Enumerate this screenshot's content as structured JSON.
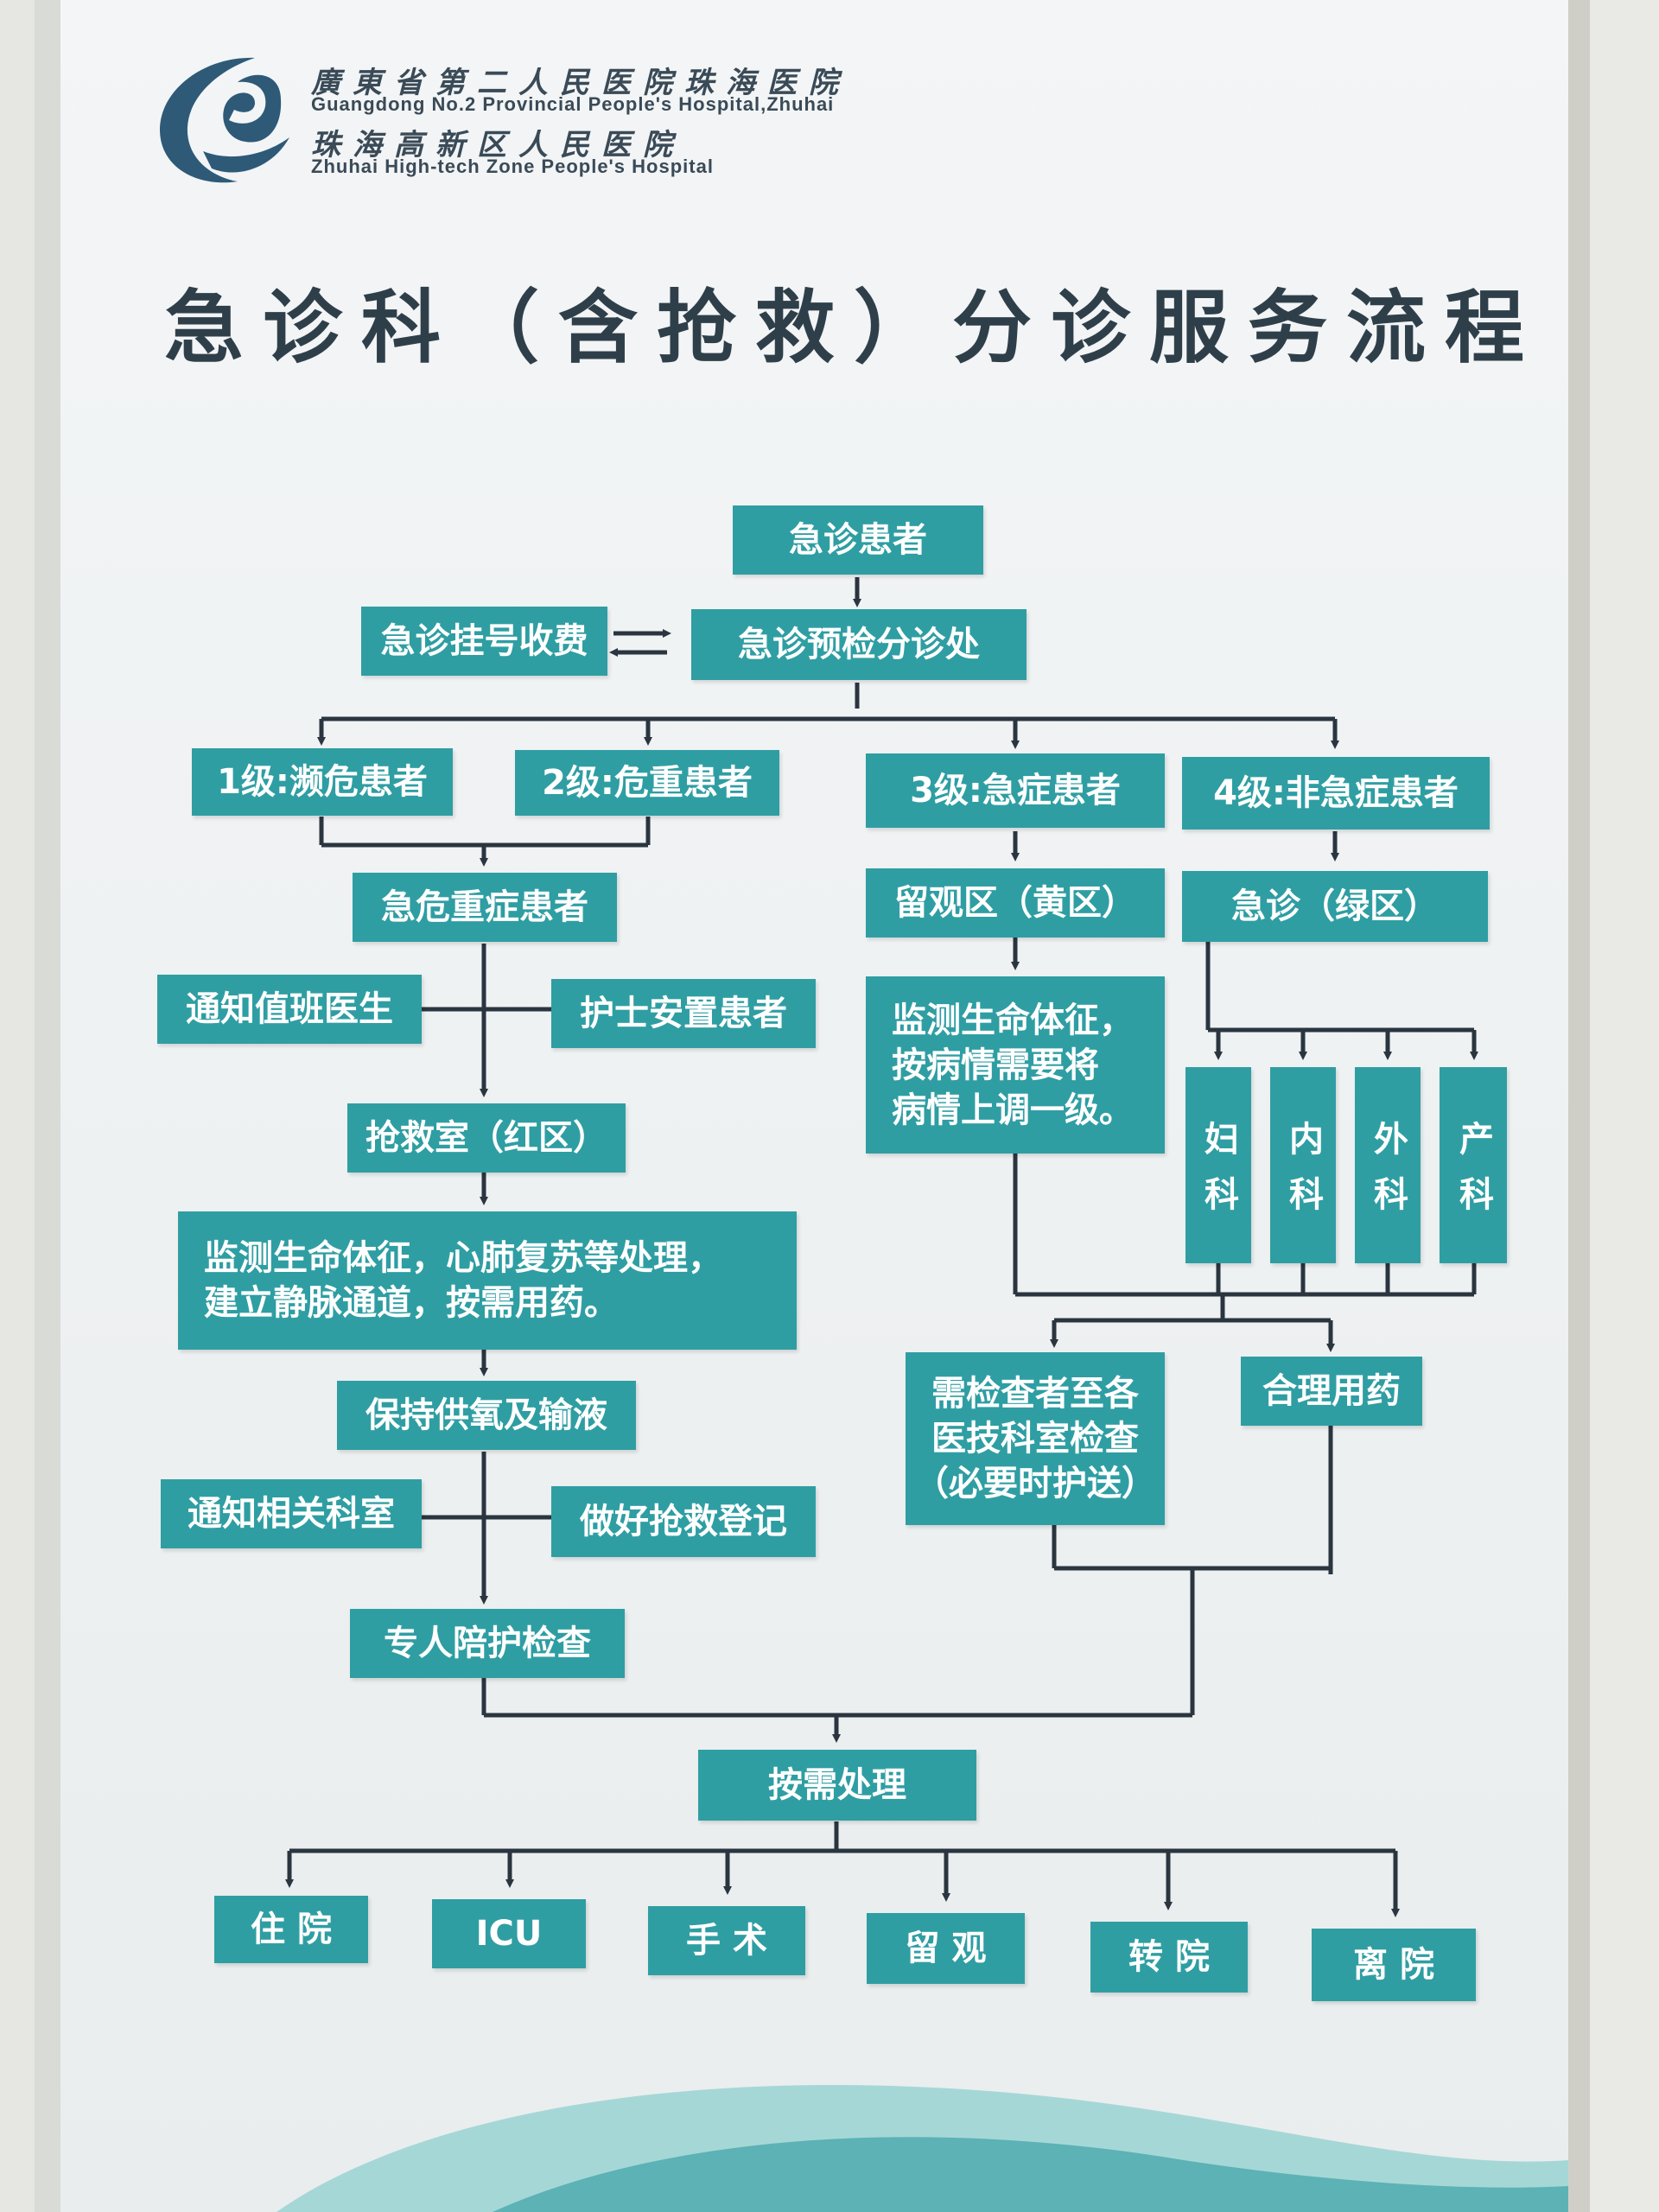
{
  "hospital": {
    "name_cn": "廣東省第二人民医院珠海医院",
    "name_en": "Guangdong No.2 Provincial People's Hospital,Zhuhai",
    "name2_cn": "珠海高新区人民医院",
    "name2_en": "Zhuhai High-tech Zone People's Hospital"
  },
  "title": "急诊科（含抢救）分诊服务流程",
  "nodes": {
    "patient": "急诊患者",
    "registration": "急诊挂号收费",
    "triage": "急诊预检分诊处",
    "level1": "1级:濒危患者",
    "level2": "2级:危重患者",
    "level3": "3级:急症患者",
    "level4": "4级:非急症患者",
    "critical": "急危重症患者",
    "notify_doctor": "通知值班医生",
    "nurse_place": "护士安置患者",
    "rescue_room": "抢救室（红区）",
    "rescue_care": "监测生命体征，心肺复苏等处理，\n建立静脉通道，按需用药。",
    "oxygen": "保持供氧及输液",
    "notify_dept": "通知相关科室",
    "register": "做好抢救登记",
    "escort": "专人陪护检查",
    "observation_yellow": "留观区（黄区）",
    "monitor_upgrade": "监测生命体征，\n按病情需要将\n病情上调一级。",
    "green_zone": "急诊（绿区）",
    "gyn": "妇科",
    "internal": "内科",
    "surgery": "外科",
    "obstetrics": "产科",
    "exams": "需检查者至各\n医技科室检查\n（必要时护送）",
    "medication": "合理用药",
    "handle": "按需处理",
    "outcomes": [
      "住 院",
      "ICU",
      "手 术",
      "留 观",
      "转 院",
      "离 院"
    ]
  },
  "colors": {
    "box": "#2f9ea3",
    "line": "#2a3540",
    "title": "#2f3f4a",
    "logo": "#2e5a78"
  }
}
